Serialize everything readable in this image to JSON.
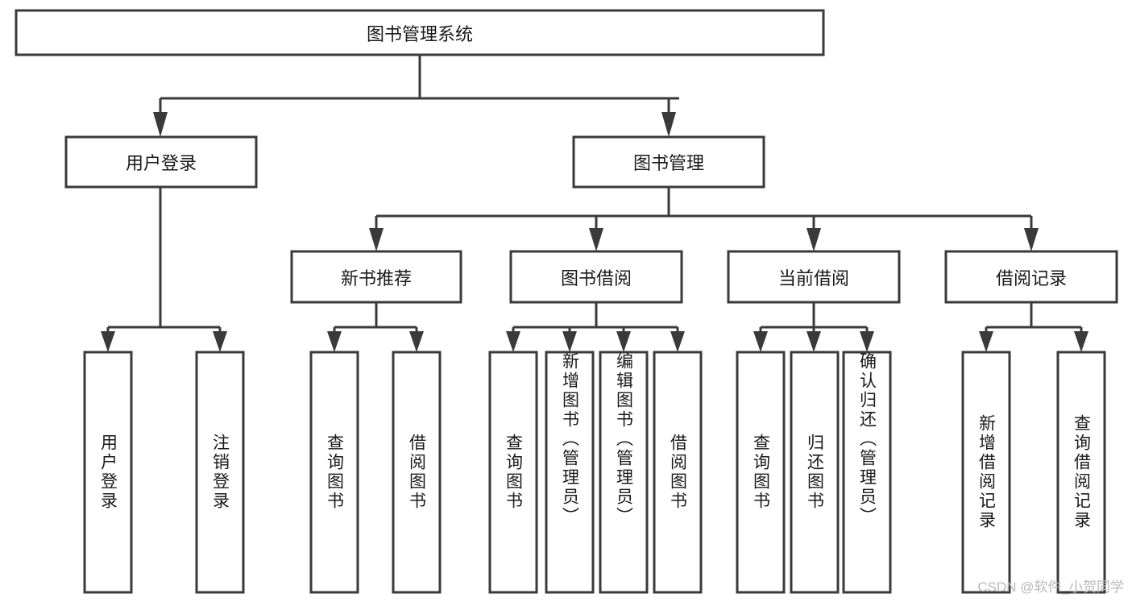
{
  "diagram": {
    "type": "tree-hierarchy",
    "title": "图书管理系统",
    "watermark": "CSDN @软件_小贺同学",
    "colors": {
      "stroke": "#3a3a3a",
      "fill": "#ffffff",
      "text": "#1a1a1a",
      "watermark": "#b9b9b9"
    },
    "levels": {
      "root": {
        "label": "图书管理系统"
      },
      "level2": [
        {
          "label": "用户登录"
        },
        {
          "label": "图书管理"
        }
      ],
      "level3": [
        {
          "label": "新书推荐"
        },
        {
          "label": "图书借阅"
        },
        {
          "label": "当前借阅"
        },
        {
          "label": "借阅记录"
        }
      ],
      "leaves": {
        "user_login": [
          {
            "label": "用户登录"
          },
          {
            "label": "注销登录"
          }
        ],
        "new_book_recommend": [
          {
            "label": "查询图书"
          },
          {
            "label": "借阅图书"
          }
        ],
        "book_borrow": [
          {
            "label": "查询图书"
          },
          {
            "label": "新增图书（管理员）"
          },
          {
            "label": "编辑图书（管理员）"
          },
          {
            "label": "借阅图书"
          }
        ],
        "current_borrow": [
          {
            "label": "查询图书"
          },
          {
            "label": "归还图书"
          },
          {
            "label": "确认归还（管理员）"
          }
        ],
        "borrow_record": [
          {
            "label": "新增借阅记录"
          },
          {
            "label": "查询借阅记录"
          }
        ]
      }
    }
  }
}
